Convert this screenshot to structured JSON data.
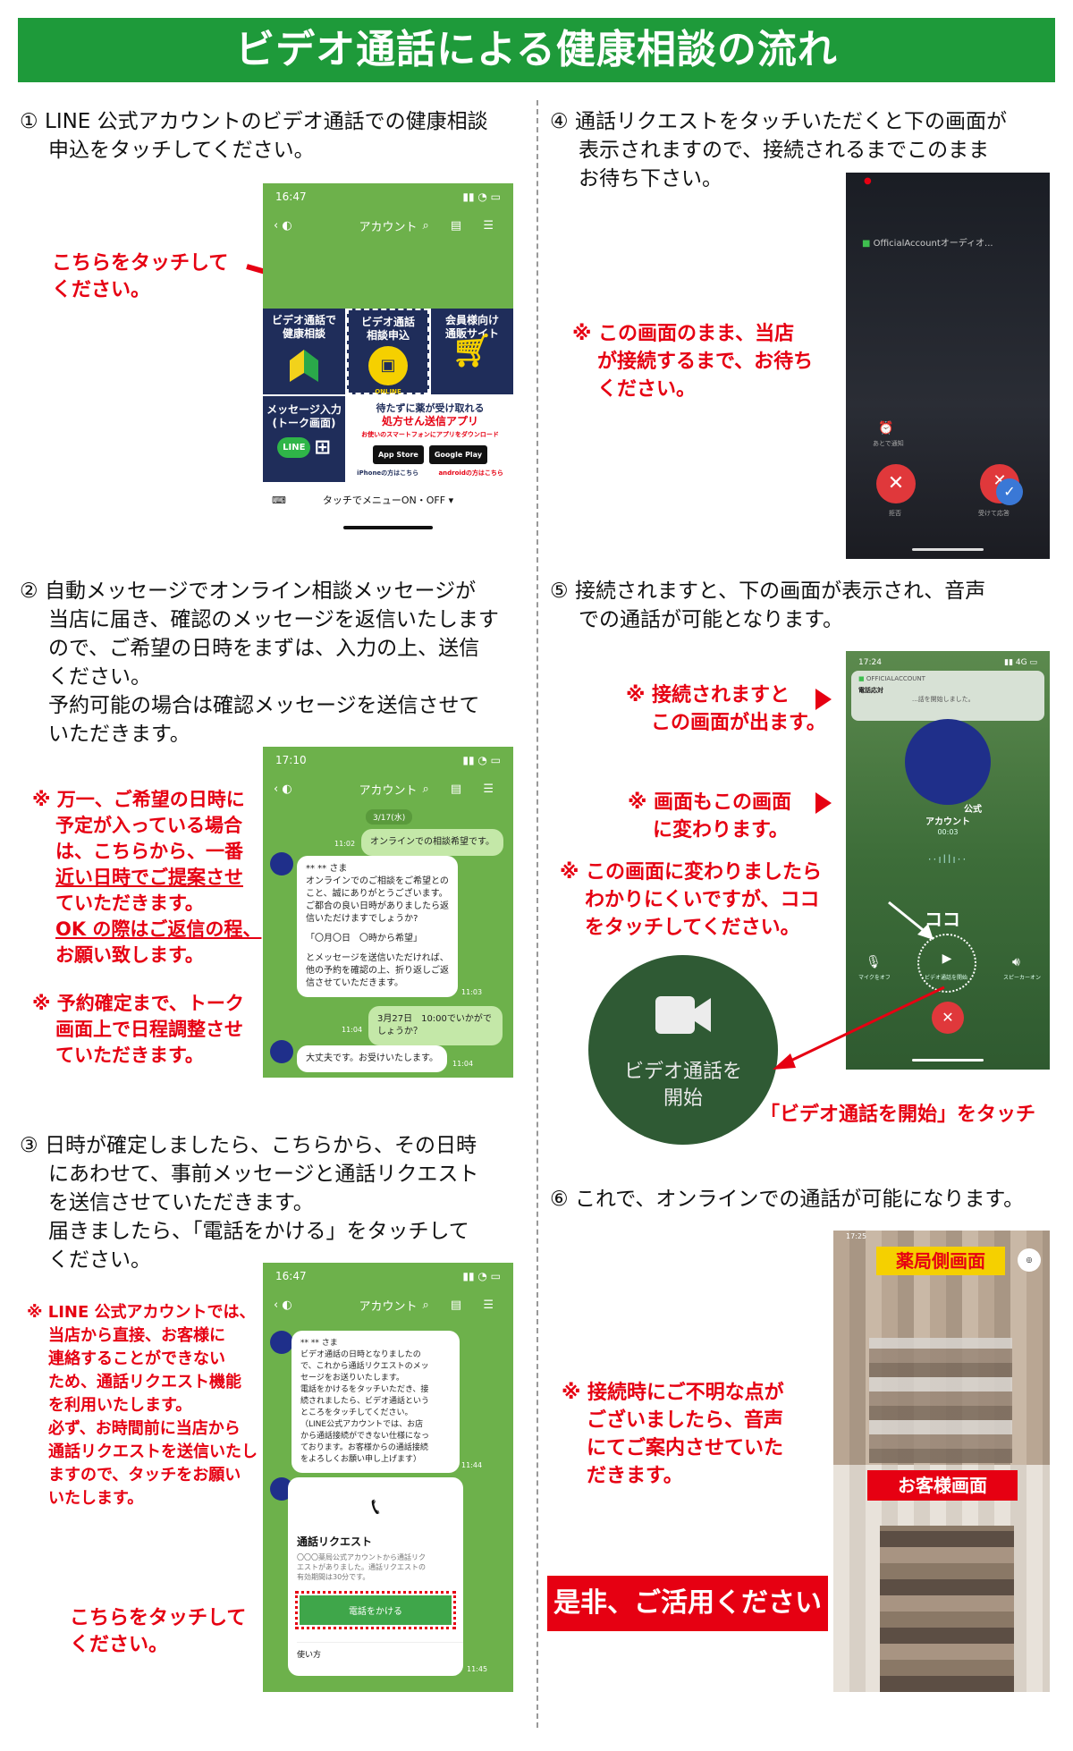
{
  "banner_title": "ビデオ通話による健康相談の流れ",
  "step1": {
    "num": "①",
    "line1": "LINE 公式アカウントのビデオ通話での健康相談",
    "line2": "申込をタッチしてください。",
    "callout_line1": "こちらをタッチして",
    "callout_line2": "ください。",
    "phone": {
      "time": "16:47",
      "nav_title": "アカウント",
      "menu": {
        "cell1_line1": "ビデオ通話で",
        "cell1_line2": "健康相談",
        "cell2_line1": "ビデオ通話",
        "cell2_line2": "相談申込",
        "cell2_tag": "ONLINE",
        "cell3_line1": "会員様向け",
        "cell3_line2": "通販サイト",
        "cell4_line1": "メッセージ入力",
        "cell4_line2": "(トーク画面)",
        "cell4_logo": "LINE",
        "cell5_line1": "待たずに薬が受け取れる",
        "cell5_line2": "処方せん送信アプリ",
        "cell5_line3": "お使いのスマートフォンにアプリをダウンロード",
        "appstore": "App Store",
        "googleplay": "Google Play",
        "iphone_note": "iPhoneの方はこちら",
        "android_note": "androidの方はこちら"
      },
      "bottom_label": "タッチでメニューON・OFF ▾"
    }
  },
  "step2": {
    "num": "②",
    "lines": [
      "自動メッセージでオンライン相談メッセージが",
      "当店に届き、確認のメッセージを返信いたします",
      "ので、ご希望の日時をまずは、入力の上、送信",
      "ください。",
      "予約可能の場合は確認メッセージを送信させて",
      "いただきます。"
    ],
    "note1_lines": [
      "※ 万一、ご希望の日時に",
      "予定が入っている場合",
      "は、こちらから、一番",
      "近い日時でご提案させ",
      "ていただきます。",
      "OK の際はご返信の程、",
      "お願い致します。"
    ],
    "note2_lines": [
      "※ 予約確定まで、トーク",
      "画面上で日程調整させ",
      "ていただきます。"
    ],
    "phone": {
      "time": "17:10",
      "nav_title": "アカウント",
      "date_chip": "3/17(水)",
      "msg1": "オンラインでの相談希望です。",
      "msg1_time": "11:02",
      "msg2_lines": [
        "** ** さま",
        "オンラインでのご相談をご希望との",
        "こと、誠にありがとうございます。",
        "ご都合の良い日時がありましたら返",
        "信いただけますでしょうか?",
        "",
        "「〇月〇日　〇時から希望」",
        "",
        "とメッセージを送信いただければ、",
        "他の予約を確認の上、折り返しご返",
        "信させていただきます。"
      ],
      "msg2_time": "11:03",
      "msg3": "3月27日　10:00でいかがでしょうか？",
      "msg3_time": "11:04",
      "msg4": "大丈夫です。お受けいたします。",
      "msg4_time": "11:04"
    }
  },
  "step3": {
    "num": "③",
    "lines": [
      "日時が確定しましたら、こちらから、その日時",
      "にあわせて、事前メッセージと通話リクエスト",
      "を送信させていただきます。",
      "届きましたら、「電話をかける」をタッチして",
      "ください。"
    ],
    "note_lines": [
      "※ LINE 公式アカウントでは、",
      "当店から直接、お客様に",
      "連絡することができない",
      "ため、通話リクエスト機能",
      "を利用いたします。",
      "必ず、お時間前に当店から",
      "通話リクエストを送信いたし",
      "ますので、タッチをお願い",
      "いたします。"
    ],
    "callout_line1": "こちらをタッチして",
    "callout_line2": "ください。",
    "phone": {
      "time": "16:47",
      "nav_title": "アカウント",
      "msg_lines": [
        "** ** さま",
        "ビデオ通話の日時となりましたの",
        "で、これから通話リクエストのメッ",
        "セージをお送りいたします。",
        "電話をかけるをタッチいただき、接",
        "続されましたら、ビデオ通話という",
        "ところをタッチしてください。",
        "（LINE公式アカウントでは、お店",
        "から通話接続ができない仕様になっ",
        "ております。お客様からの通話接続",
        "をよろしくお願い申し上げます）"
      ],
      "msg_time": "11:44",
      "card_title": "通話リクエスト",
      "card_text_lines": [
        "〇〇〇薬局公式アカウントから通話リク",
        "エストがありました。通話リクエストの",
        "有効期間は30分です。"
      ],
      "call_button": "電話をかける",
      "usage": "使い方",
      "card_time": "11:45"
    }
  },
  "step4": {
    "num": "④",
    "lines": [
      "通話リクエストをタッチいただくと下の画面が",
      "表示されますので、接続されるまでこのまま",
      "お待ち下さい。"
    ],
    "note_lines": [
      "※ この画面のまま、当店",
      "が接続するまで、お待ち",
      "ください。"
    ],
    "phone": {
      "header": "OfficialAccountオーディオ...",
      "remind": "あとで通知",
      "decline": "拒否",
      "accept": "受けて応答"
    }
  },
  "step5": {
    "num": "⑤",
    "lines": [
      "接続されますと、下の画面が表示され、音声",
      "での通話が可能となります。"
    ],
    "note1_lines": [
      "※ 接続されますと",
      "この画面が出ます。"
    ],
    "note2_lines": [
      "※ 画面もこの画面",
      "に変わります。"
    ],
    "note3_lines": [
      "※ この画面に変わりましたら",
      "わかりにくいですが、ココ",
      "をタッチしてください。"
    ],
    "koko": "ココ",
    "zoom_label_line1": "ビデオ通話を",
    "zoom_label_line2": "開始",
    "caption": "「ビデオ通話を開始」をタッチ",
    "phone": {
      "time": "17:24",
      "notif_app": "OFFICIALACCOUNT",
      "notif_title": "電話応対",
      "notif_text": "...話を開始しました。",
      "name_tag": "公式",
      "name": "アカウント",
      "duration": "00:03",
      "mute": "マイクをオフ",
      "video": "ビデオ通話を開始",
      "speaker": "スピーカーオン"
    }
  },
  "step6": {
    "num": "⑥",
    "line": "これで、オンラインでの通話が可能になります。",
    "note_lines": [
      "※ 接続時にご不明な点が",
      "ございましたら、音声",
      "にてご案内させていた",
      "だきます。"
    ],
    "cta": "是非、ご活用ください",
    "pharmacy_label": "薬局側画面",
    "customer_label": "お客様画面",
    "phone": {
      "time": "17:25"
    }
  },
  "colors": {
    "line_green": "#6db14b",
    "banner_green": "#1e9a3a",
    "accent_red": "#e60012",
    "menu_navy": "#1f2d5a"
  }
}
